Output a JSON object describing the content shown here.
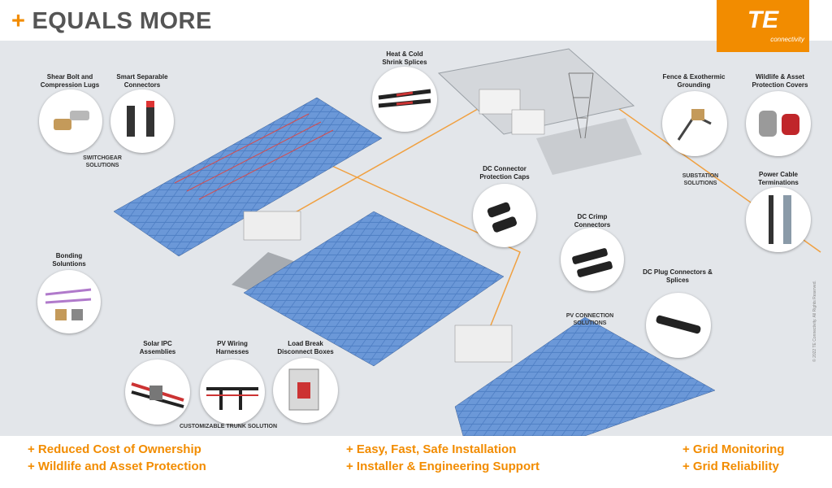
{
  "header": {
    "title_plus": "+",
    "title": "EQUALS MORE",
    "logo_mark": "TE",
    "logo_sub": "connectivity"
  },
  "callouts": {
    "shear_bolt": "Shear Bolt and Compression Lugs",
    "smart_separable": "Smart Separable Connectors",
    "heat_cold": "Heat & Cold Shrink Splices",
    "fence_grounding": "Fence & Exothermic Grounding",
    "wildlife_covers": "Wildlife & Asset Protection Covers",
    "dc_caps": "DC Connector Protection Caps",
    "power_cable": "Power Cable Terminations",
    "dc_crimp": "DC Crimp Connectors",
    "bonding": "Bonding Soluntions",
    "dc_plug": "DC Plug Connectors & Splices",
    "solar_ipc": "Solar IPC Assemblies",
    "pv_wiring": "PV Wiring Harnesses",
    "load_break": "Load Break Disconnect Boxes"
  },
  "sections": {
    "switchgear": "SWITCHGEAR SOLUTIONS",
    "substation": "SUBSTATION SOLUTIONS",
    "pv_connection": "PV CONNECTION SOLUTIONS",
    "trunk": "CUSTOMIZABLE TRUNK SOLUTION"
  },
  "copyright": "© 2022 TE Connectivity. All Rights Reserved.",
  "benefits": {
    "col1": [
      "+ Reduced Cost of Ownership",
      "+ Wildlife and Asset Protection"
    ],
    "col2": [
      "+ Easy, Fast, Safe Installation",
      "+ Installer & Engineering Support"
    ],
    "col3": [
      "+ Grid Monitoring",
      "+ Grid Reliability"
    ]
  },
  "colors": {
    "accent": "#f28c00",
    "panel": "#5b86c9",
    "ground": "#e3e6ea"
  }
}
